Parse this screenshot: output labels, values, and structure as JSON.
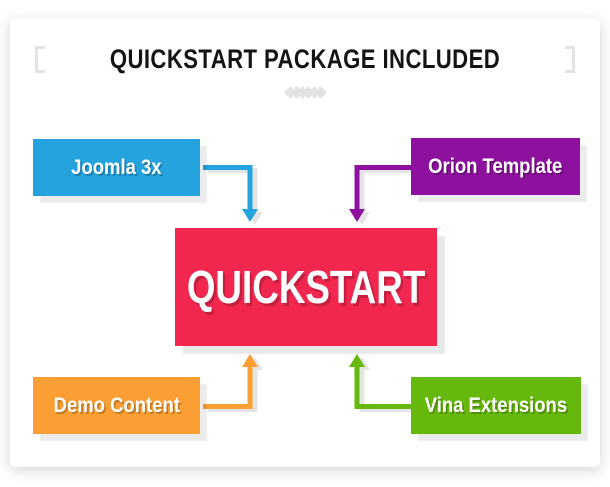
{
  "header": {
    "title": "QUICKSTART PACKAGE INCLUDED"
  },
  "decorations": {
    "left_bracket_icon": "bracket-left",
    "right_bracket_icon": "bracket-right",
    "divider_icon": "zigzag-divider",
    "divider_segment_count": 6,
    "divider_color": "#e2e2e2",
    "bracket_color": "#e3e3e3"
  },
  "colors": {
    "blue": "#24A3DF",
    "purple": "#8E109E",
    "red": "#F1274F",
    "orange": "#FB9E33",
    "green": "#66B90C",
    "arrow_shadow": "#e4e4e4",
    "panel_background": "#ffffff"
  },
  "diagram": {
    "center": {
      "label": "QUICKSTART",
      "color": "#F1274F"
    },
    "nodes": [
      {
        "label": "Joomla 3x",
        "color": "#24A3DF",
        "position": "top-left",
        "arrow_direction": "down-into-center"
      },
      {
        "label": "Orion Template",
        "color": "#8E109E",
        "position": "top-right",
        "arrow_direction": "down-into-center"
      },
      {
        "label": "Demo Content",
        "color": "#FB9E33",
        "position": "bottom-left",
        "arrow_direction": "up-into-center"
      },
      {
        "label": "Vina Extensions",
        "color": "#66B90C",
        "position": "bottom-right",
        "arrow_direction": "up-into-center"
      }
    ]
  }
}
